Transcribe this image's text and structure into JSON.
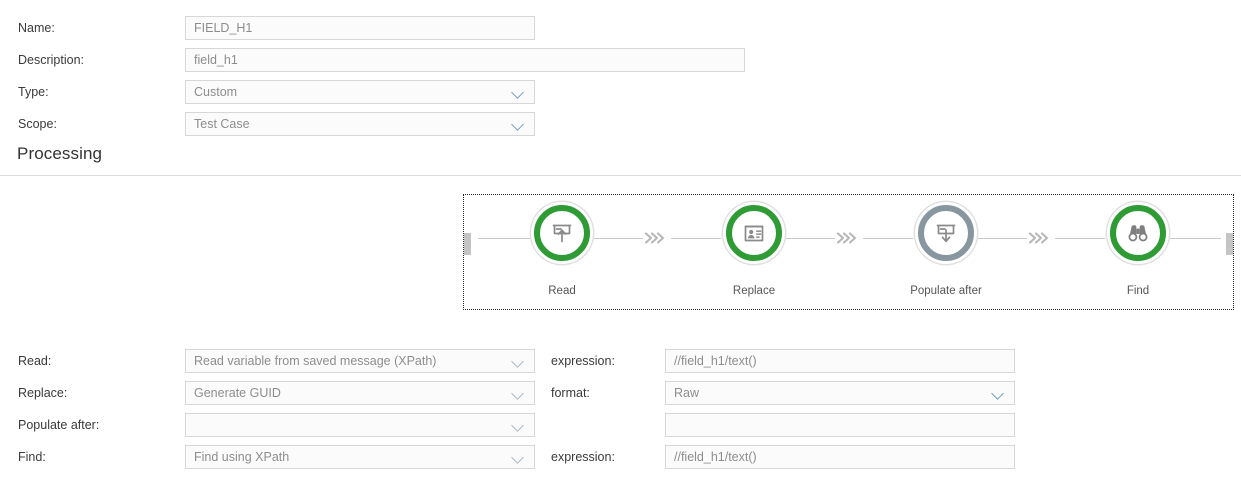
{
  "form_top": {
    "rows": [
      {
        "label": "Name:",
        "value": "FIELD_H1",
        "type": "text",
        "name": "name"
      },
      {
        "label": "Description:",
        "value": "field_h1",
        "type": "text",
        "name": "description"
      },
      {
        "label": "Type:",
        "value": "Custom",
        "type": "select",
        "name": "type"
      },
      {
        "label": "Scope:",
        "value": "Test Case",
        "type": "select",
        "name": "scope"
      }
    ]
  },
  "processing": {
    "title": "Processing"
  },
  "flow": {
    "nodes": [
      {
        "label": "Read",
        "icon": "tray-up-arrow-icon",
        "state": "active",
        "ring_color": "#2e9b35"
      },
      {
        "label": "Replace",
        "icon": "id-card-icon",
        "state": "active",
        "ring_color": "#2e9b35"
      },
      {
        "label": "Populate after",
        "icon": "tray-down-arrow-icon",
        "state": "inactive",
        "ring_color": "#8896a0"
      },
      {
        "label": "Find",
        "icon": "binoculars-icon",
        "state": "active",
        "ring_color": "#2e9b35"
      }
    ],
    "separator_icon": "triple-chevron-right-icon",
    "handle_icon": "drag-handle"
  },
  "form_bottom": {
    "rows": [
      {
        "label": "Read:",
        "select_value": "Read variable from saved message (XPath)",
        "name": "read",
        "right_label": "expression:",
        "right_value": "//field_h1/text()",
        "right_type": "text",
        "right_name": "read-expression"
      },
      {
        "label": "Replace:",
        "select_value": "Generate GUID",
        "name": "replace",
        "right_label": "format:",
        "right_value": "Raw",
        "right_type": "select",
        "right_name": "replace-format"
      },
      {
        "label": "Populate after:",
        "select_value": "",
        "name": "populate-after",
        "right_label": "",
        "right_value": "",
        "right_type": "text",
        "right_name": "populate-after-value"
      },
      {
        "label": "Find:",
        "select_value": "Find using XPath",
        "name": "find",
        "right_label": "expression:",
        "right_value": "//field_h1/text()",
        "right_type": "text",
        "right_name": "find-expression"
      }
    ]
  },
  "colors": {
    "active_green": "#2e9b35",
    "inactive_gray": "#8896a0",
    "field_border": "#d7d7d7",
    "field_bg": "#fbfbfb",
    "text": "#3a3a3a",
    "placeholder": "#8d8d8d"
  }
}
